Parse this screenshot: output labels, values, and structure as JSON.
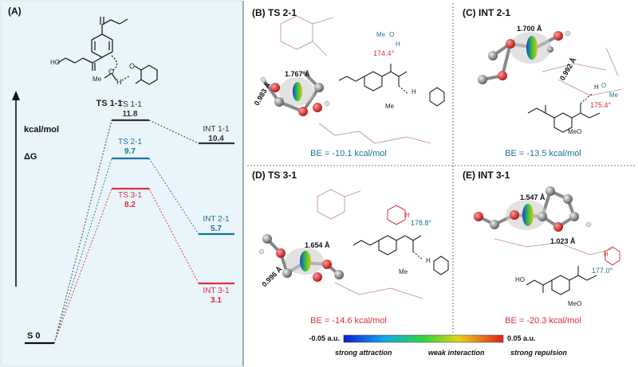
{
  "panel_a": {
    "tag": "(A)",
    "structure_title": "TS 1-1",
    "ylabel": "kcal/mol",
    "ylabel2": "ΔG",
    "levels": [
      {
        "id": "s0",
        "name": "S 0",
        "value": "",
        "color": "#111111"
      },
      {
        "id": "ts11",
        "name": "TS 1-1",
        "value": "11.8",
        "color": "#333333"
      },
      {
        "id": "ts21",
        "name": "TS 2-1",
        "value": "9.7",
        "color": "#1a7596"
      },
      {
        "id": "ts31",
        "name": "TS 3-1",
        "value": "8.2",
        "color": "#d8313d"
      },
      {
        "id": "int11",
        "name": "INT 1-1",
        "value": "10.4",
        "color": "#333333"
      },
      {
        "id": "int21",
        "name": "INT 2-1",
        "value": "5.7",
        "color": "#1a7596"
      },
      {
        "id": "int31",
        "name": "INT 3-1",
        "value": "3.1",
        "color": "#d8313d"
      }
    ]
  },
  "panels": {
    "b": {
      "title": "(B) TS 2-1",
      "be": "BE = -10.1 kcal/mol",
      "dist1": "1.767 Å",
      "dist2": "0.983 Å",
      "angle": "174.4°"
    },
    "c": {
      "title": "(C) INT 2-1",
      "be": "BE = -13.5 kcal/mol",
      "dist1": "1.700 Å",
      "dist2": "0.992 Å",
      "angle": "175.4°"
    },
    "d": {
      "title": "(D) TS 3-1",
      "be": "BE = -14.6 kcal/mol",
      "dist1": "1.654 Å",
      "dist2": "0.996 Å",
      "angle": "178.8°"
    },
    "e": {
      "title": "(E) INT 3-1",
      "be": "BE = -20.3 kcal/mol",
      "dist1": "1.547 Å",
      "dist2": "1.023 Å",
      "angle": "177.0°"
    }
  },
  "labels": {
    "h": "H",
    "o": "O",
    "me": "Me",
    "meo": "MeO",
    "ho": "HO"
  },
  "colorbar": {
    "min": "-0.05 a.u.",
    "max": "0.05 a.u.",
    "attraction": "strong attraction",
    "weak": "weak interaction",
    "repulsion": "strong repulsion"
  },
  "colors": {
    "teal": "#1a7596",
    "red": "#d8313d",
    "panel_bg": "#e9f4fb"
  }
}
